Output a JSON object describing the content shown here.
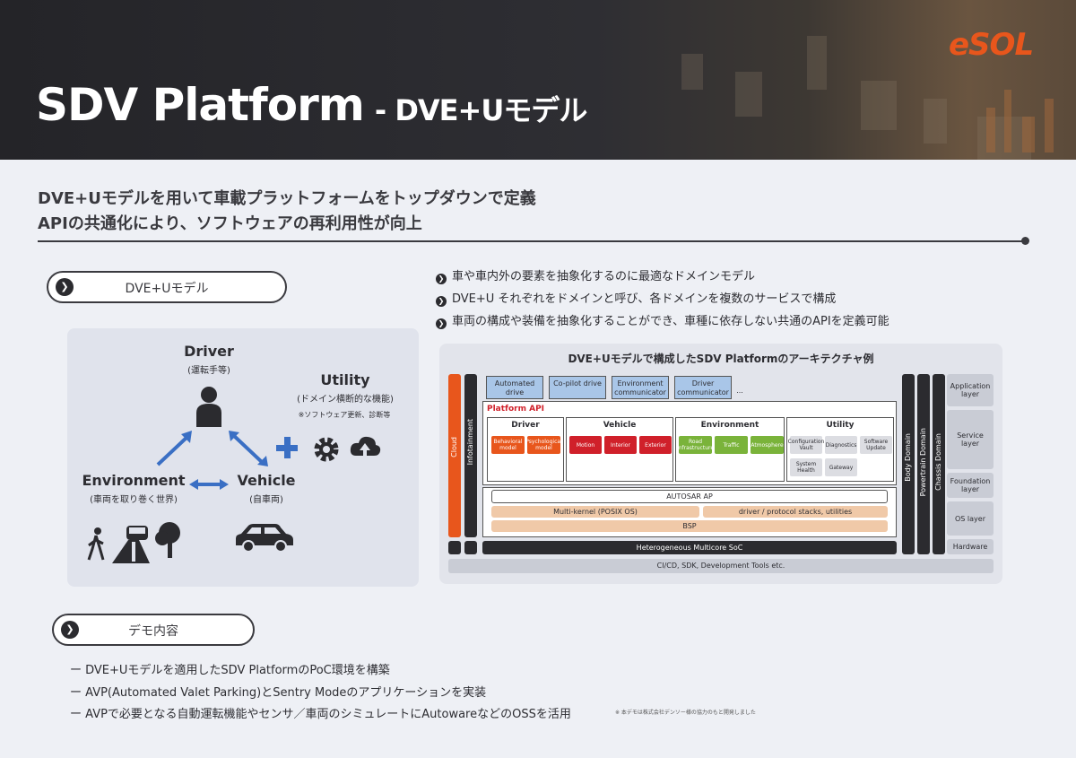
{
  "header": {
    "title": "SDV Platform",
    "subtitle": "- DVE+Uモデル",
    "logo": "eSOL"
  },
  "headlines": [
    "DVE+Uモデルを用いて車載プラットフォームをトップダウンで定義",
    "APIの共通化により、ソフトウェアの再利用性が向上"
  ],
  "sections": {
    "model": "DVE+Uモデル",
    "demo": "デモ内容"
  },
  "bullets": [
    "車や車内外の要素を抽象化するのに最適なドメインモデル",
    "DVE+U それぞれをドメインと呼び、各ドメインを複数のサービスで構成",
    "車両の構成や装備を抽象化することができ、車種に依存しない共通のAPIを定義可能"
  ],
  "model": {
    "driver": "Driver",
    "driver_sub": "(運転手等)",
    "utility": "Utility",
    "utility_sub": "(ドメイン横断的な機能)",
    "utility_note": "※ソフトウェア更新、診断等",
    "environment": "Environment",
    "environment_sub": "(車両を取り巻く世界)",
    "vehicle": "Vehicle",
    "vehicle_sub": "(自車両)"
  },
  "arch": {
    "title": "DVE+Uモデルで構成したSDV Platformのアーキテクチャ例",
    "apps": [
      "Automated drive",
      "Co-pilot drive",
      "Environment communicator",
      "Driver communicator",
      "..."
    ],
    "platform_api": "Platform API",
    "domains": [
      {
        "name": "Driver",
        "services": [
          "Behavioral model",
          "Psychological model"
        ]
      },
      {
        "name": "Vehicle",
        "services": [
          "Motion",
          "Interior",
          "Exterior"
        ]
      },
      {
        "name": "Environment",
        "services": [
          "Road Infrastructure",
          "Traffic",
          "Atmosphere"
        ]
      },
      {
        "name": "Utility",
        "services": [
          "Configuration Vault",
          "Diagnostics",
          "Software Update",
          "System Health",
          "Gateway"
        ]
      }
    ],
    "autosar": "AUTOSAR AP",
    "multikernel": "Multi-kernel (POSIX OS)",
    "drivers": "driver / protocol stacks, utilities",
    "bsp": "BSP",
    "soc": "Heterogeneous Multicore SoC",
    "cicd": "CI/CD, SDK, Development Tools etc.",
    "cloud": "Cloud",
    "infotainment": "Infotainment",
    "side_domains": [
      "Body Domain",
      "Powertrain Domain",
      "Chassis Domain"
    ],
    "layers": [
      "Application layer",
      "Service layer",
      "Foundation layer",
      "OS layer",
      "Hardware"
    ]
  },
  "demo_items": [
    "ー DVE+Uモデルを適用したSDV PlatformのPoC環境を構築",
    "ー AVP(Automated Valet Parking)とSentry Modeのアプリケーションを実装",
    "ー AVPで必要となる自動運転機能やセンサ／車両のシミュレートにAutowareなどのOSSを活用"
  ],
  "note": "※ 本デモは株式会社デンソー様の協力のもと開発しました",
  "colors": {
    "orange": "#e8561c",
    "red": "#d0202a",
    "green": "#7ab33a",
    "blue_box": "#a9c6e8",
    "dark": "#2b2b2f",
    "peach": "#f0c9a8"
  }
}
